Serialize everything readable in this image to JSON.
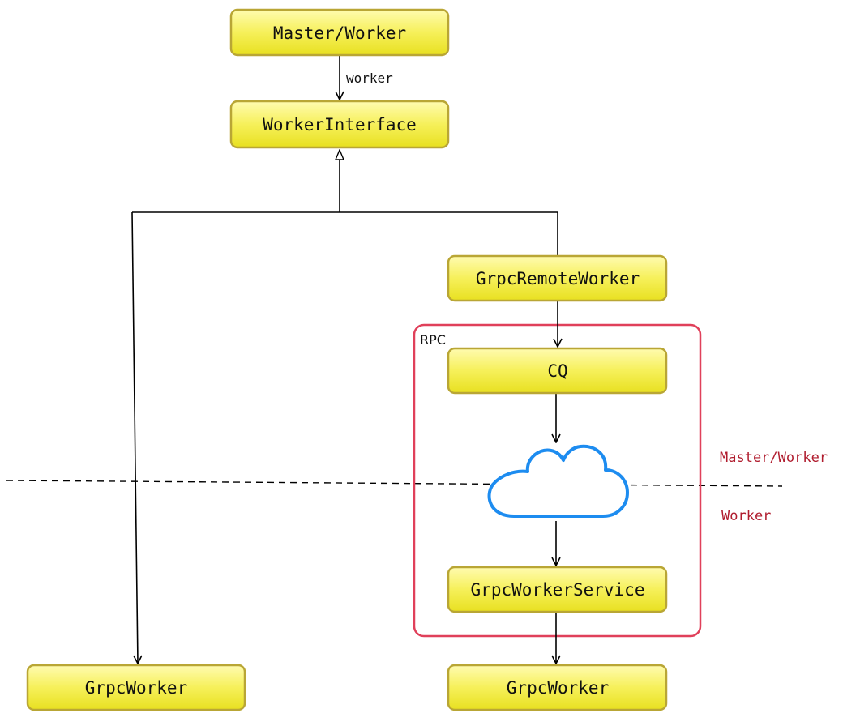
{
  "nodes": {
    "master_worker": "Master/Worker",
    "worker_interface": "WorkerInterface",
    "grpc_remote_worker": "GrpcRemoteWorker",
    "cq": "CQ",
    "grpc_worker_service": "GrpcWorkerService",
    "grpc_worker_left": "GrpcWorker",
    "grpc_worker_right": "GrpcWorker"
  },
  "edges": {
    "worker_label": "worker"
  },
  "group": {
    "label": "RPC"
  },
  "zones": {
    "upper": "Master/Worker",
    "lower": "Worker"
  },
  "icons": {
    "network": "cloud-icon"
  },
  "colors": {
    "node_fill_top": "#fffbb0",
    "node_fill_bottom": "#e8e020",
    "node_border": "#b9a635",
    "group_border": "#e0405a",
    "zone_label": "#b01c2e",
    "cloud_stroke": "#1d8cf0"
  }
}
